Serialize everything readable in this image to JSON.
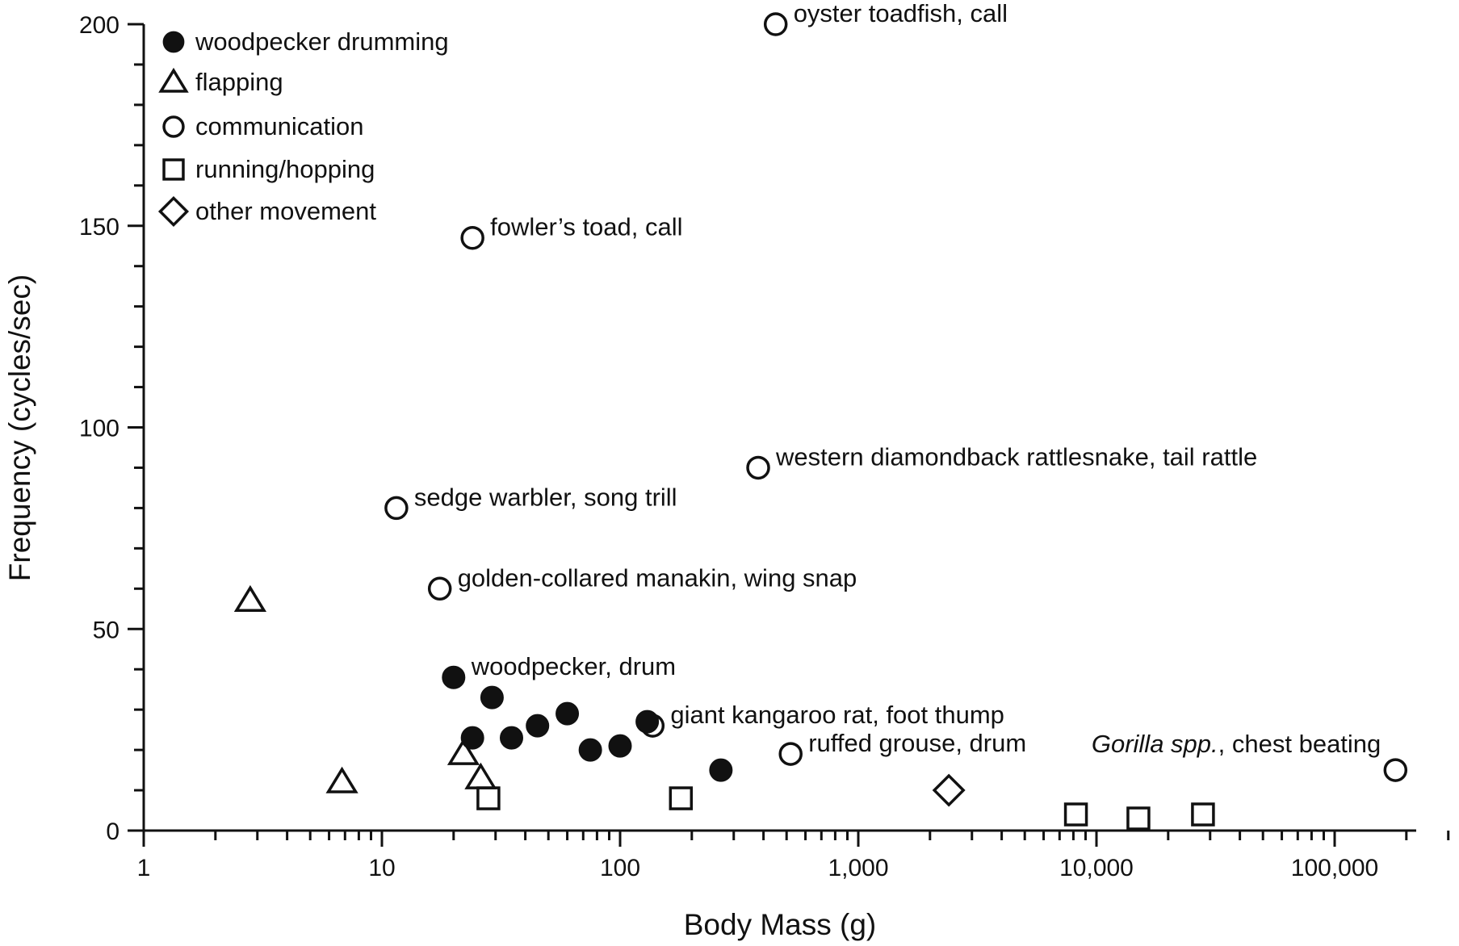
{
  "chart_data": {
    "type": "scatter",
    "title": "",
    "xlabel": "Body Mass (g)",
    "ylabel": "Frequency (cycles/sec)",
    "x_scale": "log",
    "xlim": [
      1,
      200000
    ],
    "ylim": [
      0,
      200
    ],
    "grid": false,
    "legend_position": "top-left",
    "x_ticks": [
      {
        "value": 1,
        "label": "1"
      },
      {
        "value": 10,
        "label": "10"
      },
      {
        "value": 100,
        "label": "100"
      },
      {
        "value": 1000,
        "label": "1,000"
      },
      {
        "value": 10000,
        "label": "10,000"
      },
      {
        "value": 100000,
        "label": "100,000"
      }
    ],
    "y_ticks": [
      {
        "value": 0,
        "label": "0"
      },
      {
        "value": 50,
        "label": "50"
      },
      {
        "value": 100,
        "label": "100"
      },
      {
        "value": 150,
        "label": "150"
      },
      {
        "value": 200,
        "label": "200"
      }
    ],
    "series": [
      {
        "name": "woodpecker drumming",
        "marker": "filled-circle",
        "points": [
          {
            "x": 20,
            "y": 38
          },
          {
            "x": 24,
            "y": 23
          },
          {
            "x": 29,
            "y": 33
          },
          {
            "x": 35,
            "y": 23
          },
          {
            "x": 45,
            "y": 26
          },
          {
            "x": 60,
            "y": 29
          },
          {
            "x": 75,
            "y": 20
          },
          {
            "x": 100,
            "y": 21
          },
          {
            "x": 130,
            "y": 27
          },
          {
            "x": 265,
            "y": 15
          }
        ]
      },
      {
        "name": "flapping",
        "marker": "open-triangle",
        "points": [
          {
            "x": 2.8,
            "y": 57
          },
          {
            "x": 6.8,
            "y": 12
          },
          {
            "x": 22,
            "y": 19
          },
          {
            "x": 26,
            "y": 13
          }
        ]
      },
      {
        "name": "communication",
        "marker": "open-circle",
        "points": [
          {
            "x": 11.5,
            "y": 80
          },
          {
            "x": 17.5,
            "y": 60
          },
          {
            "x": 24,
            "y": 147
          },
          {
            "x": 137,
            "y": 26
          },
          {
            "x": 380,
            "y": 90
          },
          {
            "x": 450,
            "y": 200
          },
          {
            "x": 520,
            "y": 19
          },
          {
            "x": 180000,
            "y": 15
          }
        ]
      },
      {
        "name": "running/hopping",
        "marker": "open-square",
        "points": [
          {
            "x": 28,
            "y": 8
          },
          {
            "x": 180,
            "y": 8
          },
          {
            "x": 8200,
            "y": 4
          },
          {
            "x": 15000,
            "y": 3
          },
          {
            "x": 28000,
            "y": 4
          }
        ]
      },
      {
        "name": "other movement",
        "marker": "open-diamond",
        "points": [
          {
            "x": 2400,
            "y": 10
          }
        ]
      }
    ],
    "annotations": [
      {
        "text": "oyster toadfish, call",
        "x": 450,
        "y": 200
      },
      {
        "text": "fowler’s toad, call",
        "x": 24,
        "y": 147
      },
      {
        "text": "western diamondback rattlesnake, tail rattle",
        "x": 380,
        "y": 90
      },
      {
        "text": "sedge warbler, song trill",
        "x": 11.5,
        "y": 80
      },
      {
        "text": "golden-collared manakin, wing snap",
        "x": 17.5,
        "y": 60
      },
      {
        "text": "woodpecker, drum",
        "x": 20,
        "y": 38
      },
      {
        "text": "giant kangaroo rat, foot thump",
        "x": 137,
        "y": 26
      },
      {
        "text": "ruffed grouse, drum",
        "x": 520,
        "y": 19
      },
      {
        "text": "Gorilla spp., chest beating",
        "text_italic": "Gorilla spp.",
        "text_rest": ", chest beating",
        "x": 180000,
        "y": 15
      }
    ]
  }
}
